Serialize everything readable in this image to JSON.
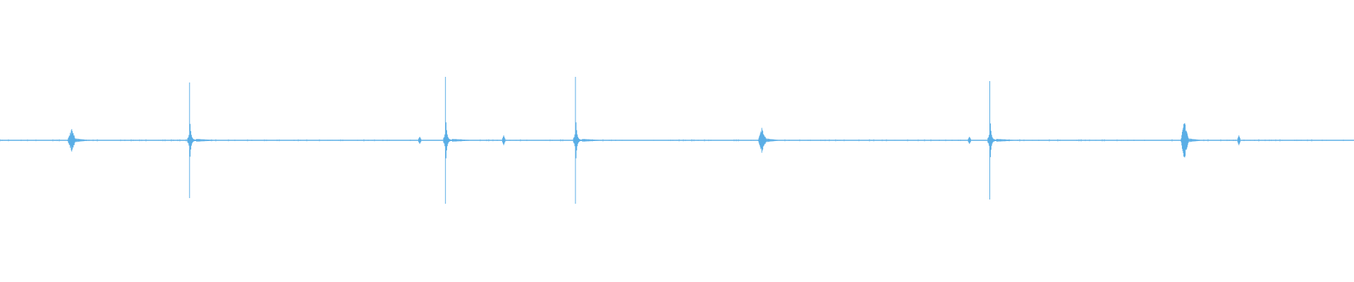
{
  "waveform": {
    "color": "#5aaee6",
    "background": "#ffffff",
    "duration_fraction_note": "",
    "peaks": [
      {
        "t": 0.053,
        "amp": 0.1,
        "shape": "burst"
      },
      {
        "t": 0.14,
        "amp": 0.41,
        "shape": "spike"
      },
      {
        "t": 0.31,
        "amp": 0.02,
        "shape": "tick"
      },
      {
        "t": 0.329,
        "amp": 0.45,
        "shape": "spike"
      },
      {
        "t": 0.372,
        "amp": 0.03,
        "shape": "tick"
      },
      {
        "t": 0.425,
        "amp": 0.45,
        "shape": "spike"
      },
      {
        "t": 0.563,
        "amp": 0.1,
        "shape": "burst"
      },
      {
        "t": 0.716,
        "amp": 0.02,
        "shape": "tick"
      },
      {
        "t": 0.731,
        "amp": 0.42,
        "shape": "spike"
      },
      {
        "t": 0.875,
        "amp": 0.15,
        "shape": "burst"
      },
      {
        "t": 0.915,
        "amp": 0.03,
        "shape": "tick"
      }
    ]
  }
}
